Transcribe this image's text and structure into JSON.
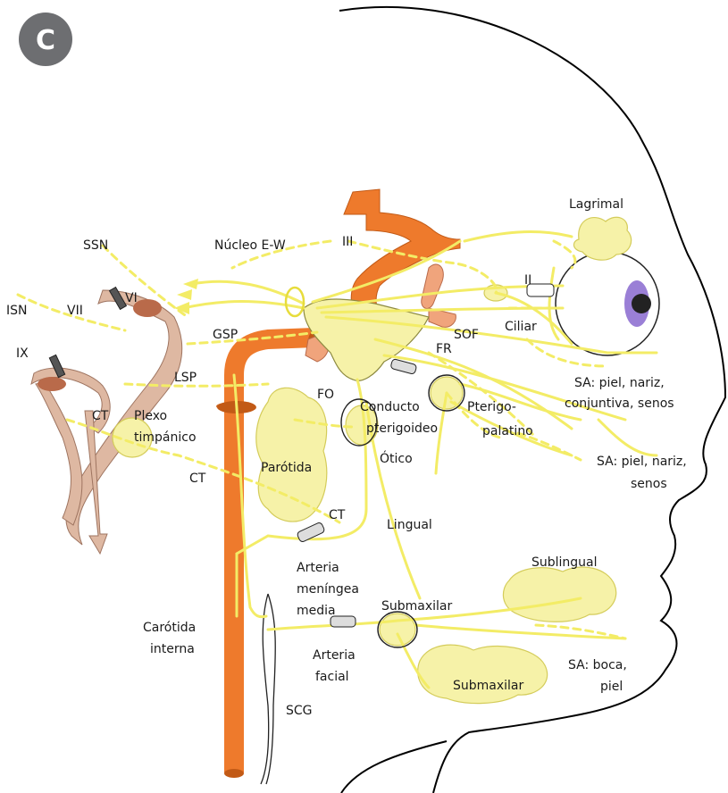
{
  "badge": "C",
  "labels": {
    "ssn": "SSN",
    "nucleo_ew": "Núcleo E-W",
    "iii": "III",
    "lagrimal": "Lagrimal",
    "isn": "ISN",
    "vii": "VII",
    "vi": "VI",
    "ii": "II",
    "ix": "IX",
    "ciliar": "Ciliar",
    "gsp": "GSP",
    "sof": "SOF",
    "fr": "FR",
    "lsp": "LSP",
    "fo": "FO",
    "sa1_line1": "SA: piel, nariz,",
    "sa1_line2": "conjuntiva, senos",
    "conducto_1": "Conducto",
    "conducto_2": "pterigoideo",
    "pterigo_1": "Pterigo-",
    "pterigo_2": "palatino",
    "ct1": "CT",
    "plexo_1": "Plexo",
    "plexo_2": "timpánico",
    "sa2_line1": "SA: piel, nariz,",
    "sa2_line2": "senos",
    "ct2": "CT",
    "parotida": "Parótida",
    "otico": "Ótico",
    "ct3": "CT",
    "lingual": "Lingual",
    "sublingual": "Sublingual",
    "arteria_men_1": "Arteria",
    "arteria_men_2": "meníngea",
    "arteria_men_3": "media",
    "submaxilar_gang": "Submaxilar",
    "carotida_1": "Carótida",
    "carotida_2": "interna",
    "arteria_fac_1": "Arteria",
    "arteria_fac_2": "facial",
    "sa3_line1": "SA: boca,",
    "sa3_line2": "piel",
    "submaxilar_gland": "Submaxilar",
    "scg": "SCG"
  },
  "colors": {
    "nerve": "#f3ec66",
    "artery": "#ee7a2c",
    "gland": "#f6f2a8",
    "badge": "#6d6e71",
    "eye_iris": "#9a7fd6"
  }
}
